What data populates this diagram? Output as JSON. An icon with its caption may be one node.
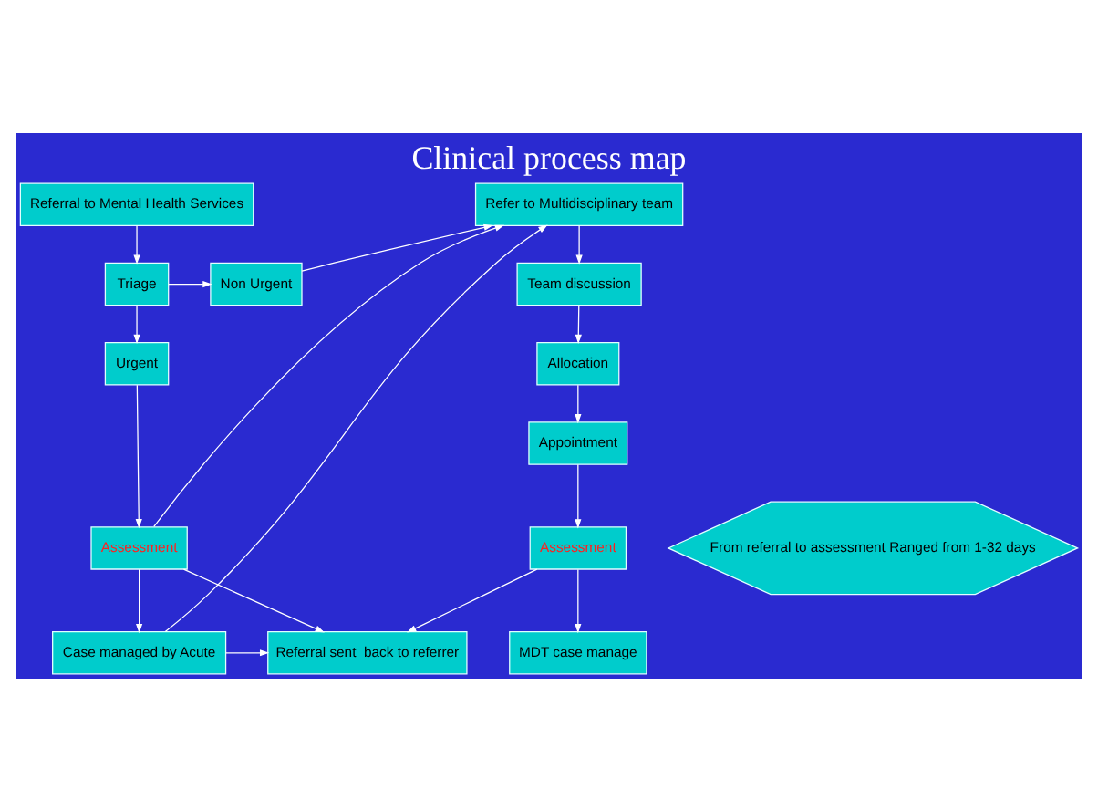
{
  "diagram": {
    "title": "Clinical process map",
    "nodes": [
      {
        "text": [
          "Referral to Mental Health Services"
        ]
      },
      {
        "text": [
          "Triage"
        ]
      },
      {
        "text": [
          "Non Urgent"
        ]
      },
      {
        "text": [
          "Urgent"
        ]
      },
      {
        "text": [
          "Assessment"
        ]
      },
      {
        "text": [
          "Case managed by Acute"
        ]
      },
      {
        "text": [
          "Refer to Multidisciplinary team"
        ]
      },
      {
        "text": [
          "Team discussion"
        ]
      },
      {
        "text": [
          "Allocation"
        ]
      },
      {
        "text": [
          "Appointment"
        ]
      },
      {
        "text": [
          "Assessment"
        ]
      },
      {
        "text": [
          "MDT case manage"
        ]
      },
      {
        "text": [
          "Referral sent  back to referrer"
        ]
      },
      {
        "text": [
          "From referral to assessment Ranged from 1-32 days"
        ]
      }
    ],
    "edges": [
      {
        "from": 0,
        "to": 1,
        "arrow": "to"
      },
      {
        "from": 1,
        "to": 2,
        "arrow": "to"
      },
      {
        "from": 1,
        "to": 3,
        "arrow": "to"
      },
      {
        "from": 3,
        "to": 4,
        "arrow": "to"
      },
      {
        "from": 4,
        "to": 5,
        "arrow": "to"
      },
      {
        "from": 2,
        "to": 6,
        "arrow": "to"
      },
      {
        "from": 4,
        "to": 6,
        "arrow": "to"
      },
      {
        "from": 5,
        "to": 6,
        "arrow": "to"
      },
      {
        "from": 4,
        "to": 12,
        "arrow": "to"
      },
      {
        "from": 5,
        "to": 12,
        "arrow": "to"
      },
      {
        "from": 6,
        "to": 7,
        "arrow": "to"
      },
      {
        "from": 7,
        "to": 8,
        "arrow": "to"
      },
      {
        "from": 8,
        "to": 9,
        "arrow": "to"
      },
      {
        "from": 9,
        "to": 10,
        "arrow": "to"
      },
      {
        "from": 10,
        "to": 11,
        "arrow": "to"
      },
      {
        "from": 10,
        "to": 12,
        "arrow": "to"
      }
    ]
  }
}
